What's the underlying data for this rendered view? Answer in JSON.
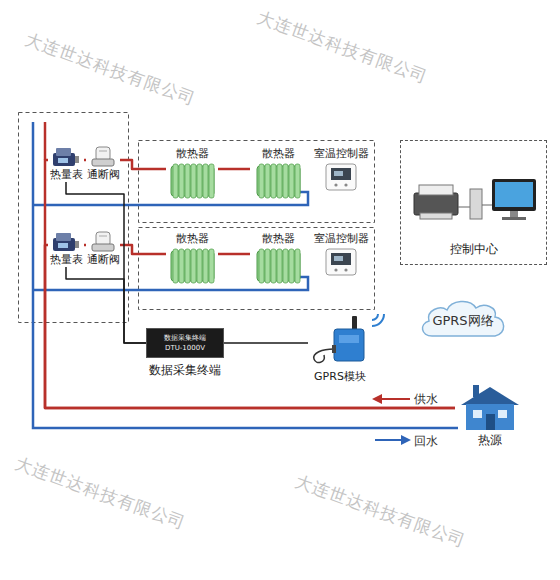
{
  "diagram": {
    "nodes": [
      {
        "text": [
          "热量表"
        ]
      },
      {
        "text": [
          "通断阀"
        ]
      },
      {
        "text": [
          "散热器"
        ]
      },
      {
        "text": [
          "散热器"
        ]
      },
      {
        "text": [
          "室温控制器"
        ]
      },
      {
        "text": [
          "热量表"
        ]
      },
      {
        "text": [
          "通断阀"
        ]
      },
      {
        "text": [
          "散热器"
        ]
      },
      {
        "text": [
          "散热器"
        ]
      },
      {
        "text": [
          "室温控制器"
        ]
      },
      {
        "text": [
          "控制中心"
        ]
      },
      {
        "text": [
          "数据采集终端",
          "DTU-1000V",
          "数据采集终端"
        ]
      },
      {
        "text": [
          "GPRS模块"
        ]
      },
      {
        "text": [
          "GPRS网络"
        ]
      },
      {
        "text": [
          "热源"
        ]
      }
    ],
    "edges": [
      {
        "from": 14,
        "to": 0,
        "arrow": "none"
      },
      {
        "from": 14,
        "to": 5,
        "arrow": "none"
      },
      {
        "from": 0,
        "to": 1,
        "arrow": "none"
      },
      {
        "from": 1,
        "to": 2,
        "arrow": "none"
      },
      {
        "from": 2,
        "to": 3,
        "arrow": "none"
      },
      {
        "from": 5,
        "to": 6,
        "arrow": "none"
      },
      {
        "from": 6,
        "to": 7,
        "arrow": "none"
      },
      {
        "from": 7,
        "to": 8,
        "arrow": "none"
      },
      {
        "from": 0,
        "to": 11,
        "arrow": "none"
      },
      {
        "from": 5,
        "to": 11,
        "arrow": "none"
      },
      {
        "from": 11,
        "to": 12,
        "arrow": "none"
      }
    ],
    "labels": [
      "供水",
      "回水",
      "大连世达科技有限公司",
      "大连世达科技有限公司",
      "大连世达科技有限公司",
      "大连世达科技有限公司"
    ]
  }
}
